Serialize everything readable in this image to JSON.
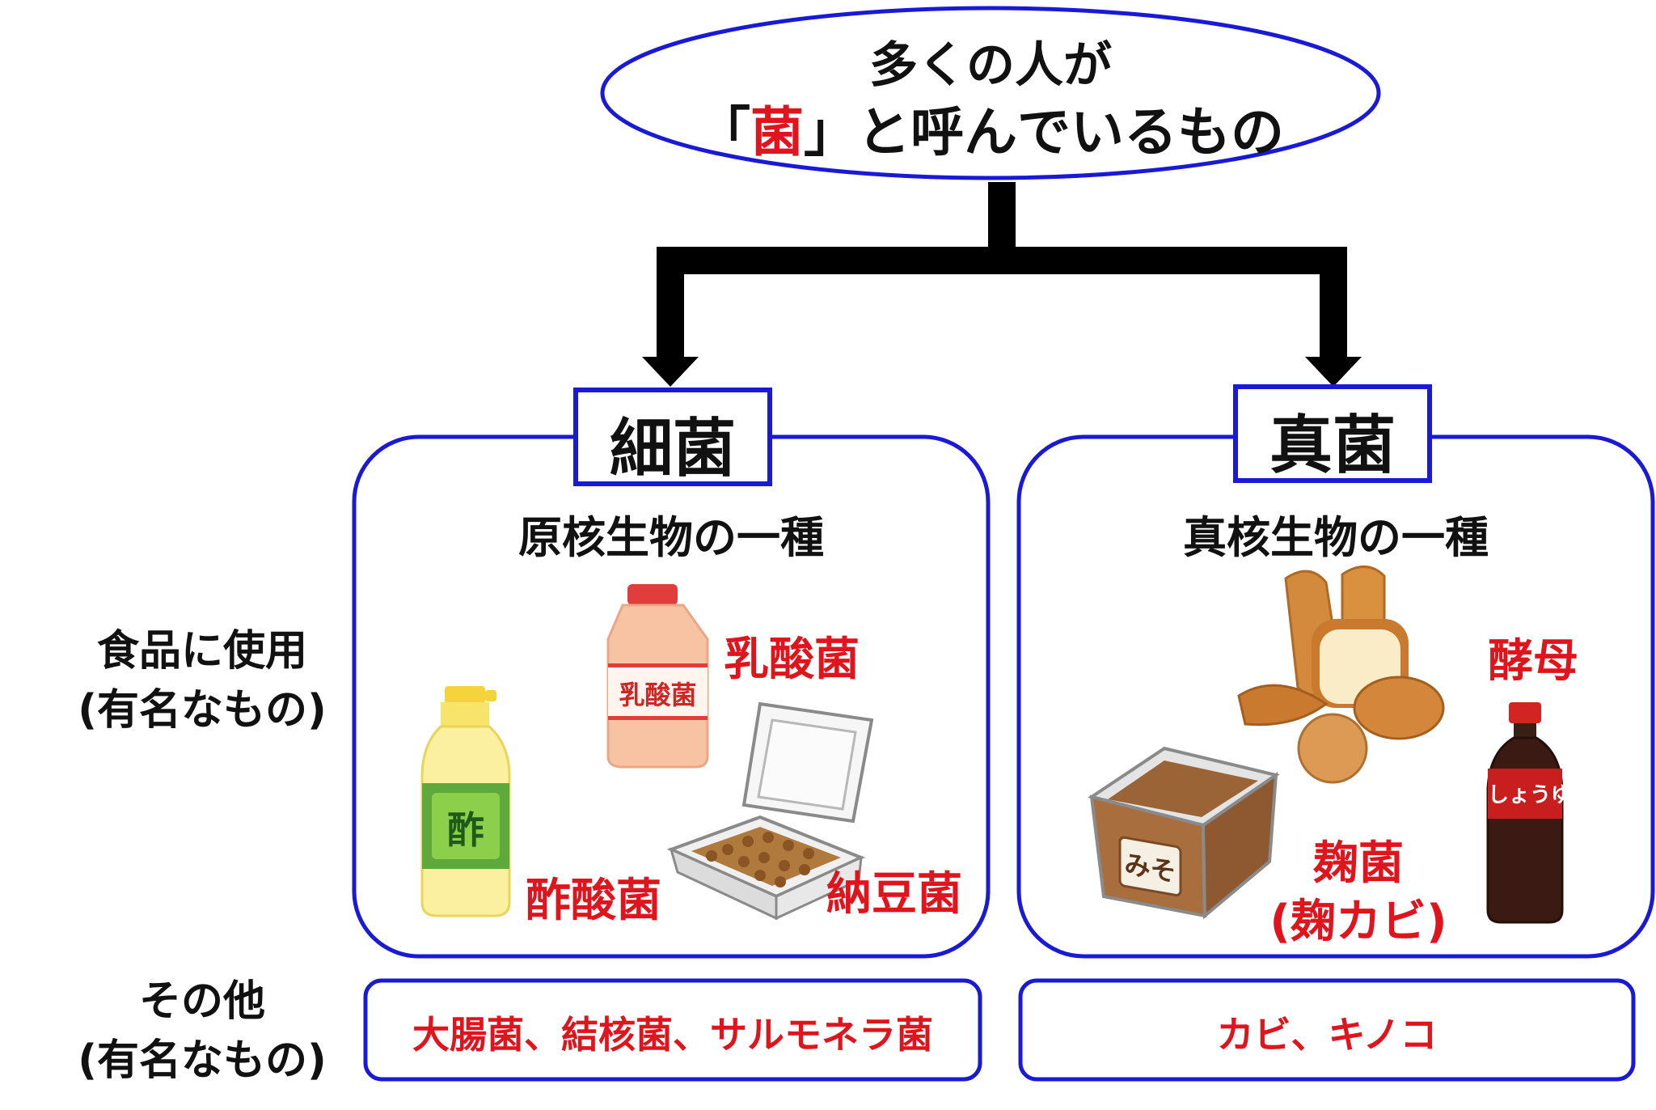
{
  "top_node": {
    "line1": "多くの人が",
    "line2_open": "「",
    "line2_highlight": "菌",
    "line2_rest": "」と呼んでいるもの"
  },
  "branches": {
    "bacteria": {
      "title": "細菌",
      "subtitle": "原核生物の一種",
      "foods": {
        "lactic": "乳酸菌",
        "acetic": "酢酸菌",
        "natto": "納豆菌"
      },
      "food_labels": {
        "bottle": "乳酸菌",
        "vinegar": "酢"
      },
      "others": "大腸菌、結核菌、サルモネラ菌"
    },
    "fungi": {
      "title": "真菌",
      "subtitle": "真核生物の一種",
      "foods": {
        "yeast": "酵母",
        "koji_line1": "麹菌",
        "koji_line2": "(麹カビ)"
      },
      "food_labels": {
        "miso": "みそ",
        "soy": "しょうゆ"
      },
      "others": "カビ、キノコ"
    }
  },
  "row_labels": {
    "food_line1": "食品に使用",
    "food_line2": "(有名なもの)",
    "other_line1": "その他",
    "other_line2": "(有名なもの)"
  },
  "colors": {
    "blue": "#1a1ad6",
    "red": "#e0141c",
    "black": "#000000"
  }
}
